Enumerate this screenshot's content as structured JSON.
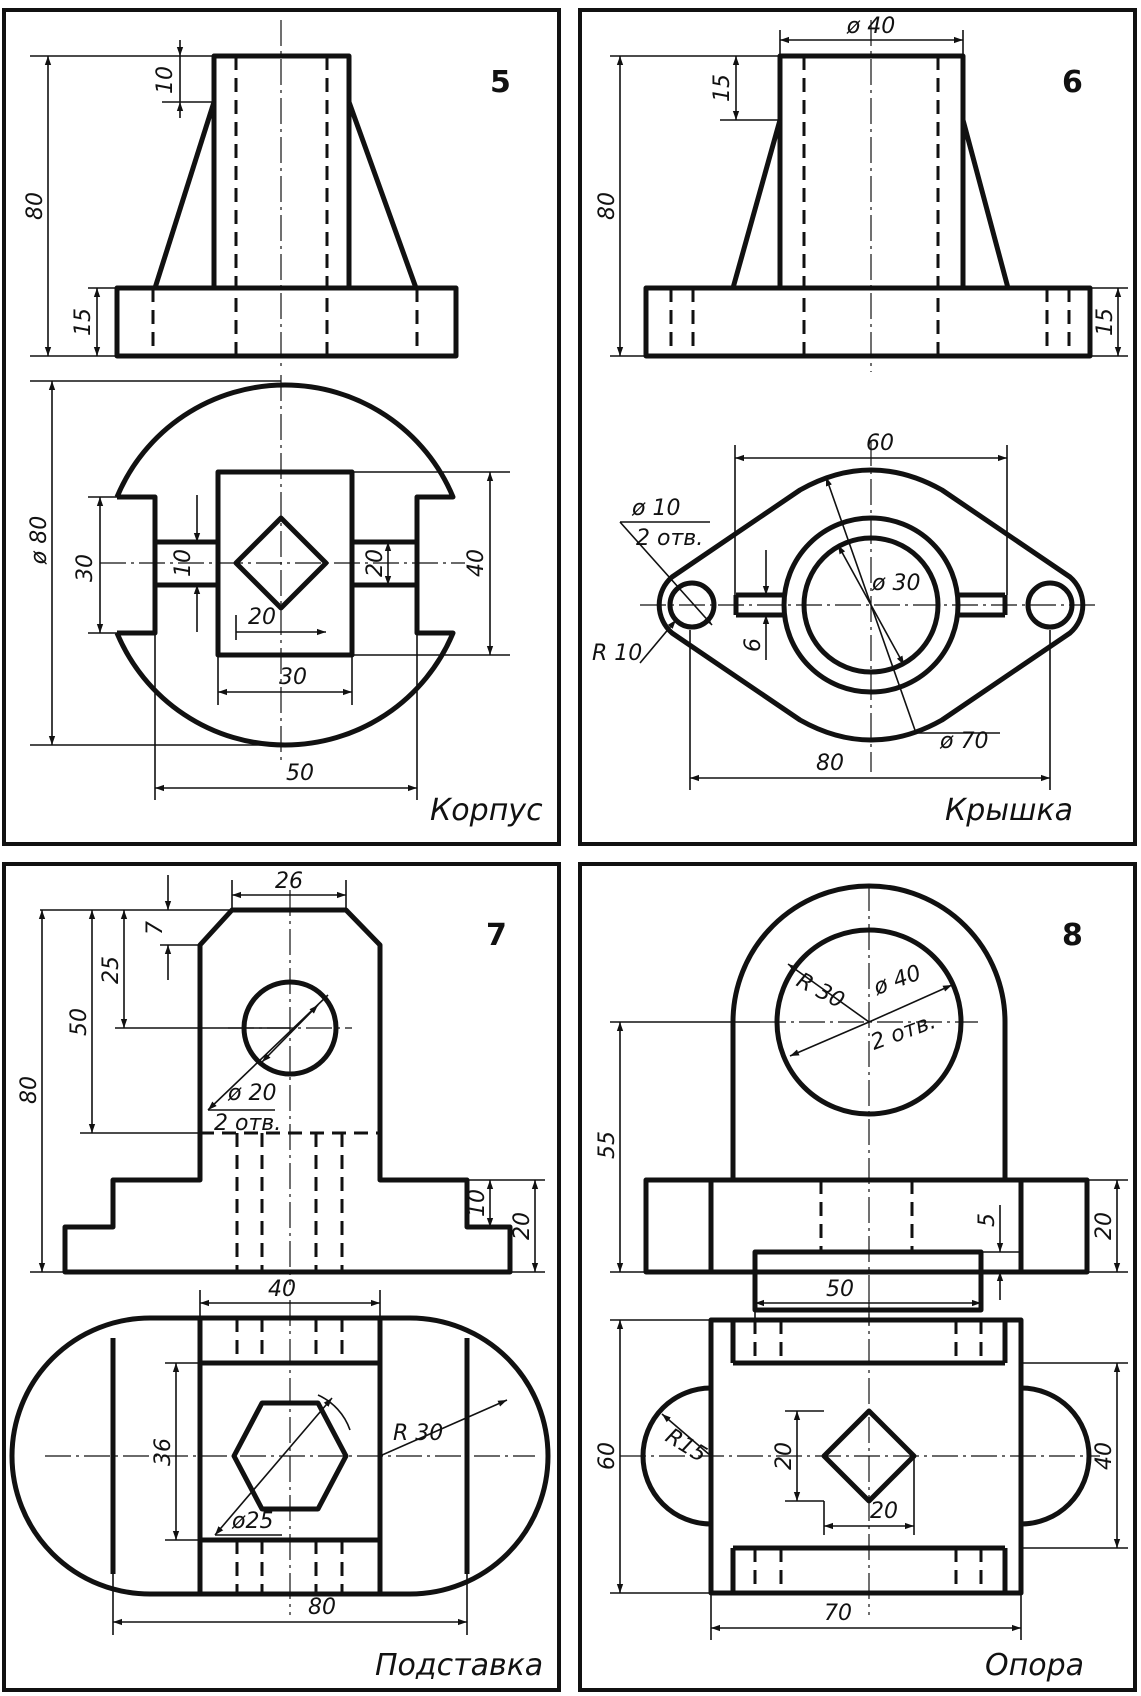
{
  "panels": [
    {
      "number": "5",
      "title": "Корпус",
      "dims": {
        "d1": "10",
        "d2": "80",
        "d3": "15",
        "d4": "ø 80",
        "d5": "30",
        "d6": "10",
        "d7": "20",
        "d8": "20",
        "d9": "40",
        "d10": "30",
        "d11": "50"
      }
    },
    {
      "number": "6",
      "title": "Крышка",
      "dims": {
        "d1": "ø 40",
        "d2": "15",
        "d3": "80",
        "d4": "15",
        "d5": "60",
        "d6": "ø 10",
        "d7": "2 отв.",
        "d8": "ø 30",
        "d9": "R 10",
        "d10": "6",
        "d11": "ø 70",
        "d12": "80"
      }
    },
    {
      "number": "7",
      "title": "Подставка",
      "dims": {
        "d1": "26",
        "d2": "7",
        "d3": "25",
        "d4": "50",
        "d5": "80",
        "d6": "ø 20",
        "d7": "2 отв.",
        "d8": "10",
        "d9": "20",
        "d10": "40",
        "d11": "36",
        "d12": "R 30",
        "d13": "ø25",
        "d14": "80"
      }
    },
    {
      "number": "8",
      "title": "Опора",
      "dims": {
        "d1": "R 30",
        "d2": "ø 40",
        "d3": "2 отв.",
        "d4": "55",
        "d5": "5",
        "d6": "20",
        "d7": "50",
        "d8": "60",
        "d9": "R15",
        "d10": "20",
        "d11": "40",
        "d12": "20",
        "d13": "70"
      }
    }
  ]
}
